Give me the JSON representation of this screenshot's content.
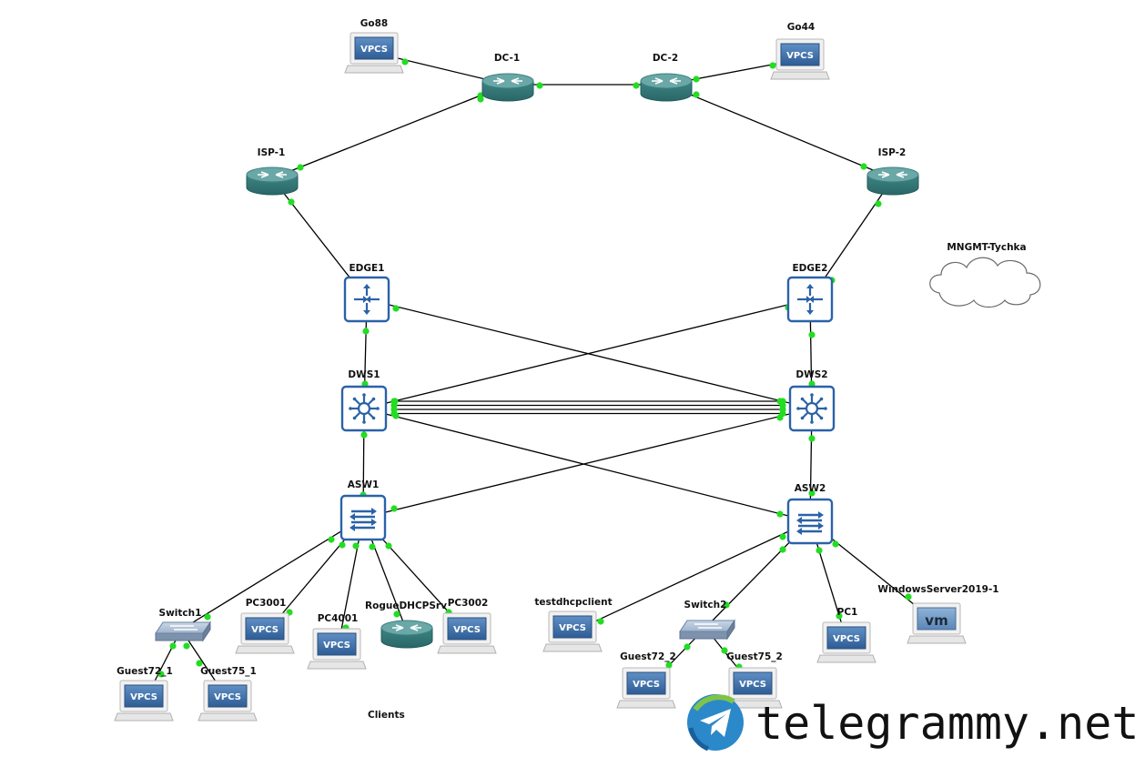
{
  "nodes": [
    {
      "id": "go88",
      "label": "Go88",
      "kind": "vpcs",
      "vpcs_text": "VPCS"
    },
    {
      "id": "dc1",
      "label": "DC-1",
      "kind": "router"
    },
    {
      "id": "dc2",
      "label": "DC-2",
      "kind": "router"
    },
    {
      "id": "go44",
      "label": "Go44",
      "kind": "vpcs",
      "vpcs_text": "VPCS"
    },
    {
      "id": "isp1",
      "label": "ISP-1",
      "kind": "router"
    },
    {
      "id": "isp2",
      "label": "ISP-2",
      "kind": "router"
    },
    {
      "id": "mngmt",
      "label": "MNGMT-Tychka",
      "kind": "cloud"
    },
    {
      "id": "edge1",
      "label": "EDGE1",
      "kind": "l3switch"
    },
    {
      "id": "edge2",
      "label": "EDGE2",
      "kind": "l3switch"
    },
    {
      "id": "dws1",
      "label": "DWS1",
      "kind": "multilayer"
    },
    {
      "id": "dws2",
      "label": "DWS2",
      "kind": "multilayer"
    },
    {
      "id": "asw1",
      "label": "ASW1",
      "kind": "access"
    },
    {
      "id": "asw2",
      "label": "ASW2",
      "kind": "access"
    },
    {
      "id": "switch1",
      "label": "Switch1",
      "kind": "ethswitch"
    },
    {
      "id": "pc3001",
      "label": "PC3001",
      "kind": "vpcs",
      "vpcs_text": "VPCS"
    },
    {
      "id": "pc4001",
      "label": "PC4001",
      "kind": "vpcs",
      "vpcs_text": "VPCS"
    },
    {
      "id": "rogue",
      "label": "RogueDHCPSrv",
      "kind": "router"
    },
    {
      "id": "pc3002",
      "label": "PC3002",
      "kind": "vpcs",
      "vpcs_text": "VPCS"
    },
    {
      "id": "guest72_1",
      "label": "Guest72_1",
      "kind": "vpcs",
      "vpcs_text": "VPCS"
    },
    {
      "id": "guest75_1",
      "label": "Guest75_1",
      "kind": "vpcs",
      "vpcs_text": "VPCS"
    },
    {
      "id": "testdhcp",
      "label": "testdhcpclient",
      "kind": "vpcs",
      "vpcs_text": "VPCS"
    },
    {
      "id": "switch2",
      "label": "Switch2",
      "kind": "ethswitch"
    },
    {
      "id": "pc1",
      "label": "PC1",
      "kind": "vpcs",
      "vpcs_text": "VPCS"
    },
    {
      "id": "winserver",
      "label": "WindowsServer2019-1",
      "kind": "vm",
      "vm_text": "vm"
    },
    {
      "id": "guest72_2",
      "label": "Guest72_2",
      "kind": "vpcs",
      "vpcs_text": "VPCS"
    },
    {
      "id": "guest75_2",
      "label": "Guest75_2",
      "kind": "vpcs",
      "vpcs_text": "VPCS"
    }
  ],
  "links": [
    {
      "from": "go88",
      "to": "dc1"
    },
    {
      "from": "dc1",
      "to": "dc2"
    },
    {
      "from": "dc2",
      "to": "go44"
    },
    {
      "from": "dc1",
      "to": "isp1"
    },
    {
      "from": "dc2",
      "to": "isp2"
    },
    {
      "from": "isp1",
      "to": "edge1"
    },
    {
      "from": "isp2",
      "to": "edge2"
    },
    {
      "from": "edge1",
      "to": "dws1"
    },
    {
      "from": "edge2",
      "to": "dws2"
    },
    {
      "from": "edge1",
      "to": "dws2"
    },
    {
      "from": "edge2",
      "to": "dws1"
    },
    {
      "from": "dws1",
      "to": "dws2",
      "count": 4
    },
    {
      "from": "dws1",
      "to": "asw1"
    },
    {
      "from": "dws2",
      "to": "asw2"
    },
    {
      "from": "dws1",
      "to": "asw2"
    },
    {
      "from": "dws2",
      "to": "asw1"
    },
    {
      "from": "asw1",
      "to": "switch1"
    },
    {
      "from": "asw1",
      "to": "pc3001"
    },
    {
      "from": "asw1",
      "to": "pc4001"
    },
    {
      "from": "asw1",
      "to": "rogue"
    },
    {
      "from": "asw1",
      "to": "pc3002"
    },
    {
      "from": "switch1",
      "to": "guest72_1"
    },
    {
      "from": "switch1",
      "to": "guest75_1"
    },
    {
      "from": "asw2",
      "to": "testdhcp"
    },
    {
      "from": "asw2",
      "to": "switch2"
    },
    {
      "from": "asw2",
      "to": "pc1"
    },
    {
      "from": "asw2",
      "to": "winserver"
    },
    {
      "from": "switch2",
      "to": "guest72_2"
    },
    {
      "from": "switch2",
      "to": "guest75_2"
    }
  ],
  "free_texts": [
    {
      "id": "clients",
      "text": "Clients"
    }
  ],
  "watermark": {
    "text": "telegrammy.net"
  },
  "colors": {
    "router_top": "#6aa8a8",
    "router_side": "#2f7373",
    "switch_border": "#2a62a8",
    "switch_arrow": "#2a62a8",
    "vpcs_screen": "#3c6ea8",
    "port": "#22dd22",
    "link": "#000000"
  }
}
